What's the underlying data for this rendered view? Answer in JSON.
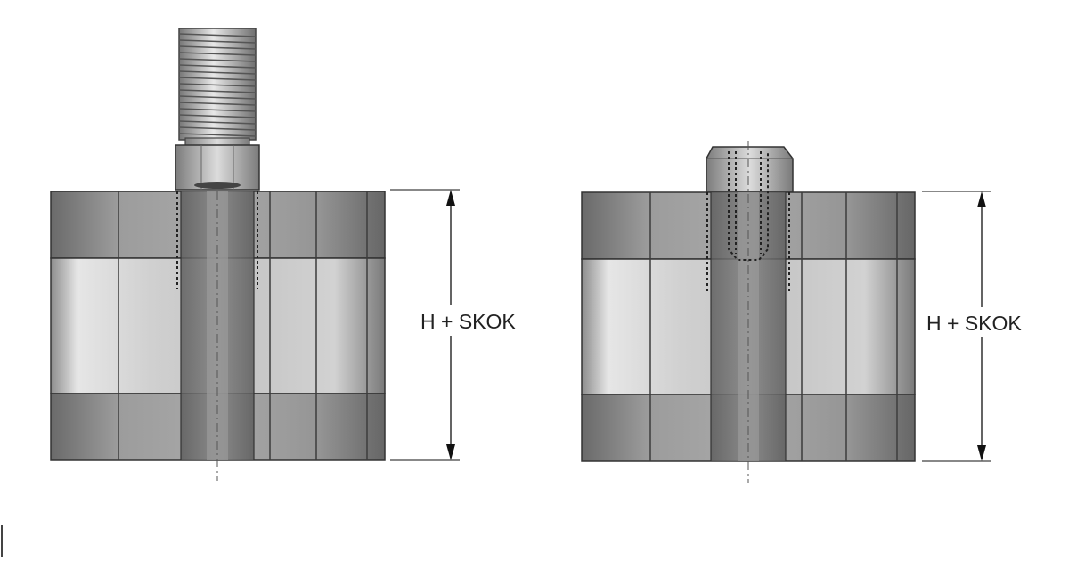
{
  "figure": {
    "left_variant": {
      "dimension_label": "H + SKOK",
      "rod_end": "external-thread"
    },
    "right_variant": {
      "dimension_label": "H + SKOK",
      "rod_end": "internal-thread"
    }
  },
  "colors": {
    "outline": "#3a3a3a",
    "barrel_light": "#d4d4d4",
    "barrel_mid": "#a8a8a8",
    "cap_dark": "#7c7c7c",
    "rod": "#6e6e6e",
    "dimension_line": "#111111"
  }
}
